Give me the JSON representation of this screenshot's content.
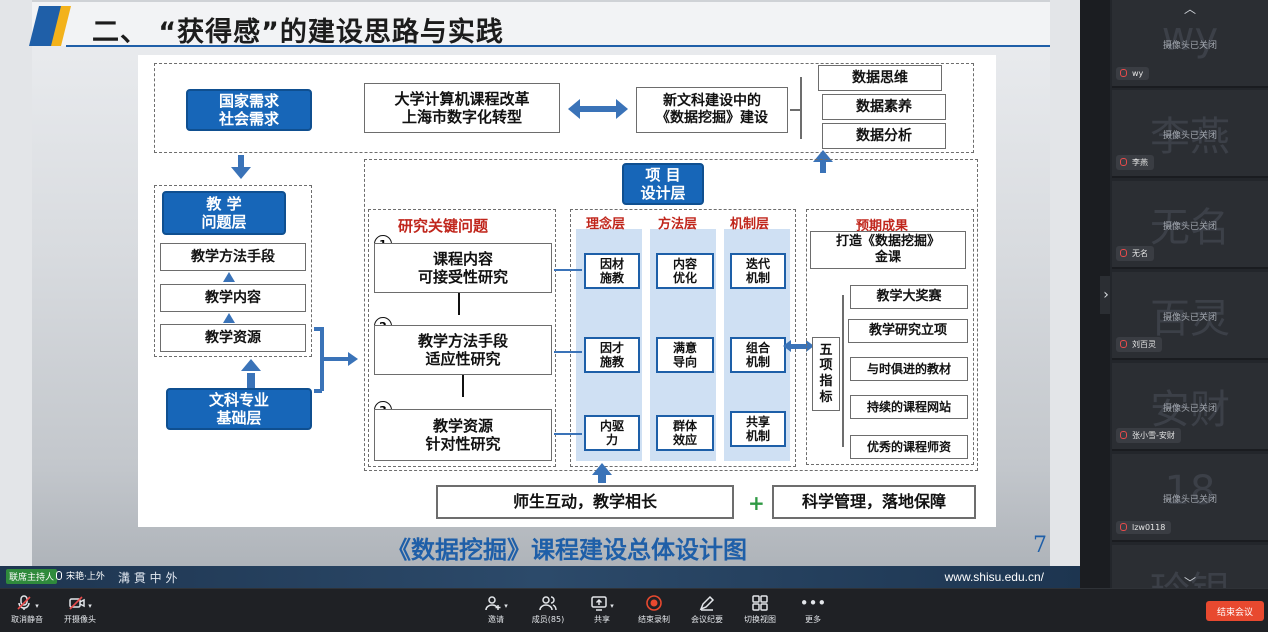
{
  "slide": {
    "title": "二、 “获得感”的建设思路与实践",
    "caption": "《数据挖掘》课程建设总体设计图",
    "page_number": "7",
    "footer_url": "www.shisu.edu.cn/",
    "footer_logo_text": "溝 貫 中 外",
    "host_badge": "联席主持人",
    "speaker_text": "宋艳·上外"
  },
  "diagram": {
    "national_demand": "国家需求\n社会需求",
    "reform": "大学计算机课程改革\n上海市数字化转型",
    "new_liberal": "新文科建设中的\n《数据挖掘》建设",
    "data_thinking": "数据思维",
    "data_literacy": "数据素养",
    "data_analysis": "数据分析",
    "teaching_problem_layer": "教 学\n问题层",
    "teaching_method": "教学方法手段",
    "teaching_content": "教学内容",
    "teaching_resource": "教学资源",
    "liberal_base_layer": "文科专业\n基础层",
    "project_design_layer": "项 目\n设计层",
    "key_research_issues": "研究关键问题",
    "research_1": "课程内容\n可接受性研究",
    "research_2": "教学方法手段\n适应性研究",
    "research_3": "教学资源\n针对性研究",
    "num_1": "1",
    "num_2": "2",
    "num_3": "3",
    "col_idea": "理念层",
    "col_method": "方法层",
    "col_mechanism": "机制层",
    "idea_1": "因材\n施教",
    "idea_2": "因才\n施教",
    "idea_3": "内驱\n力",
    "method_1": "内容\n优化",
    "method_2": "满意\n导向",
    "method_3": "群体\n效应",
    "mech_1": "迭代\n机制",
    "mech_2": "组合\n机制",
    "mech_3": "共享\n机制",
    "expected_results": "预期成果",
    "golden_course": "打造《数据挖掘》\n金课",
    "five_indicators": "五\n项\n指\n标",
    "result_1": "教学大奖赛",
    "result_2": "教学研究立项",
    "result_3": "与时俱进的教材",
    "result_4": "持续的课程网站",
    "result_5": "优秀的课程师资",
    "interaction": "师生互动，教学相长",
    "plus": "+",
    "management": "科学管理，落地保障"
  },
  "participants": [
    {
      "big": "wy",
      "status": "摄像头已关闭",
      "name": "wy"
    },
    {
      "big": "李燕",
      "status": "摄像头已关闭",
      "name": "李燕"
    },
    {
      "big": "无名",
      "status": "摄像头已关闭",
      "name": "无名"
    },
    {
      "big": "百灵",
      "status": "摄像头已关闭",
      "name": "刘百灵"
    },
    {
      "big": "安财",
      "status": "摄像头已关闭",
      "name": "张小雪-安财"
    },
    {
      "big": "18",
      "status": "摄像头已关闭",
      "name": "lzw0118"
    },
    {
      "big": "玲银",
      "status": "",
      "name": ""
    }
  ],
  "toolbar": {
    "unmute": "取消静音",
    "start_video": "开摄像头",
    "invite": "邀请",
    "members": "成员(85)",
    "share": "共享",
    "end_recording": "结束录制",
    "minutes": "会议纪要",
    "switch_view": "切换视图",
    "more": "更多",
    "end_meeting": "结束会议"
  },
  "colors": {
    "brand_blue": "#1766b8",
    "accent_yellow": "#f3b21b",
    "end_red": "#e8492f",
    "key_red": "#c0261c"
  }
}
